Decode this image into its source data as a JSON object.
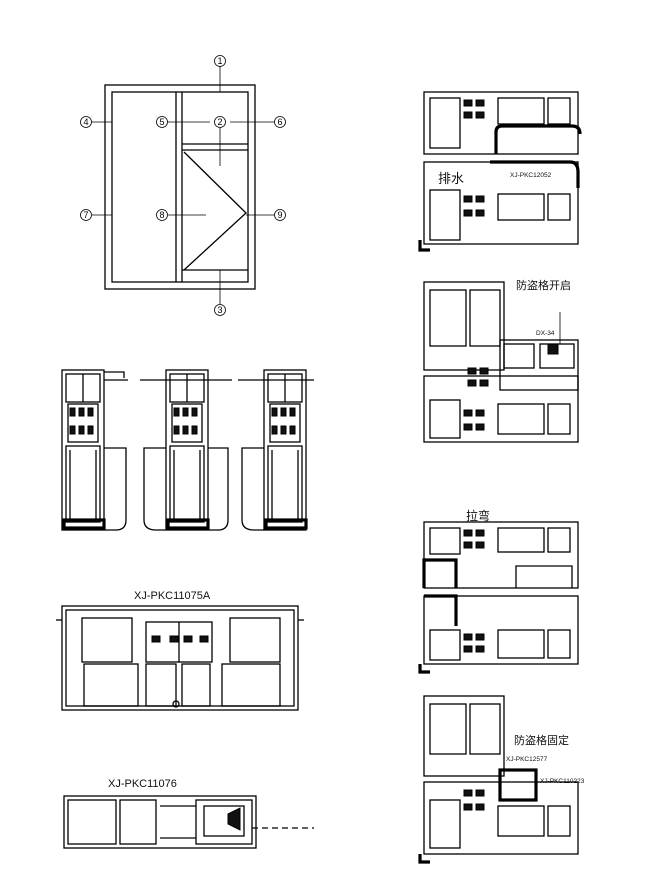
{
  "elevation": {
    "markers": [
      "1",
      "2",
      "3",
      "4",
      "5",
      "6",
      "7",
      "8",
      "9"
    ]
  },
  "labels": {
    "xj_pkc11075a": "XJ-PKC11075A",
    "xj_pkc11076": "XJ-PKC11076",
    "drain": "排水",
    "xj_pkc12052": "XJ-PKC12052",
    "antitheft_open": "防盗格开启",
    "dx34": "DX-34",
    "bend": "拉弯",
    "antitheft_fixed": "防盗格固定",
    "xj_pkc12577": "XJ-PKC12577",
    "xj_pkc110223": "XJ-PKC110223"
  }
}
